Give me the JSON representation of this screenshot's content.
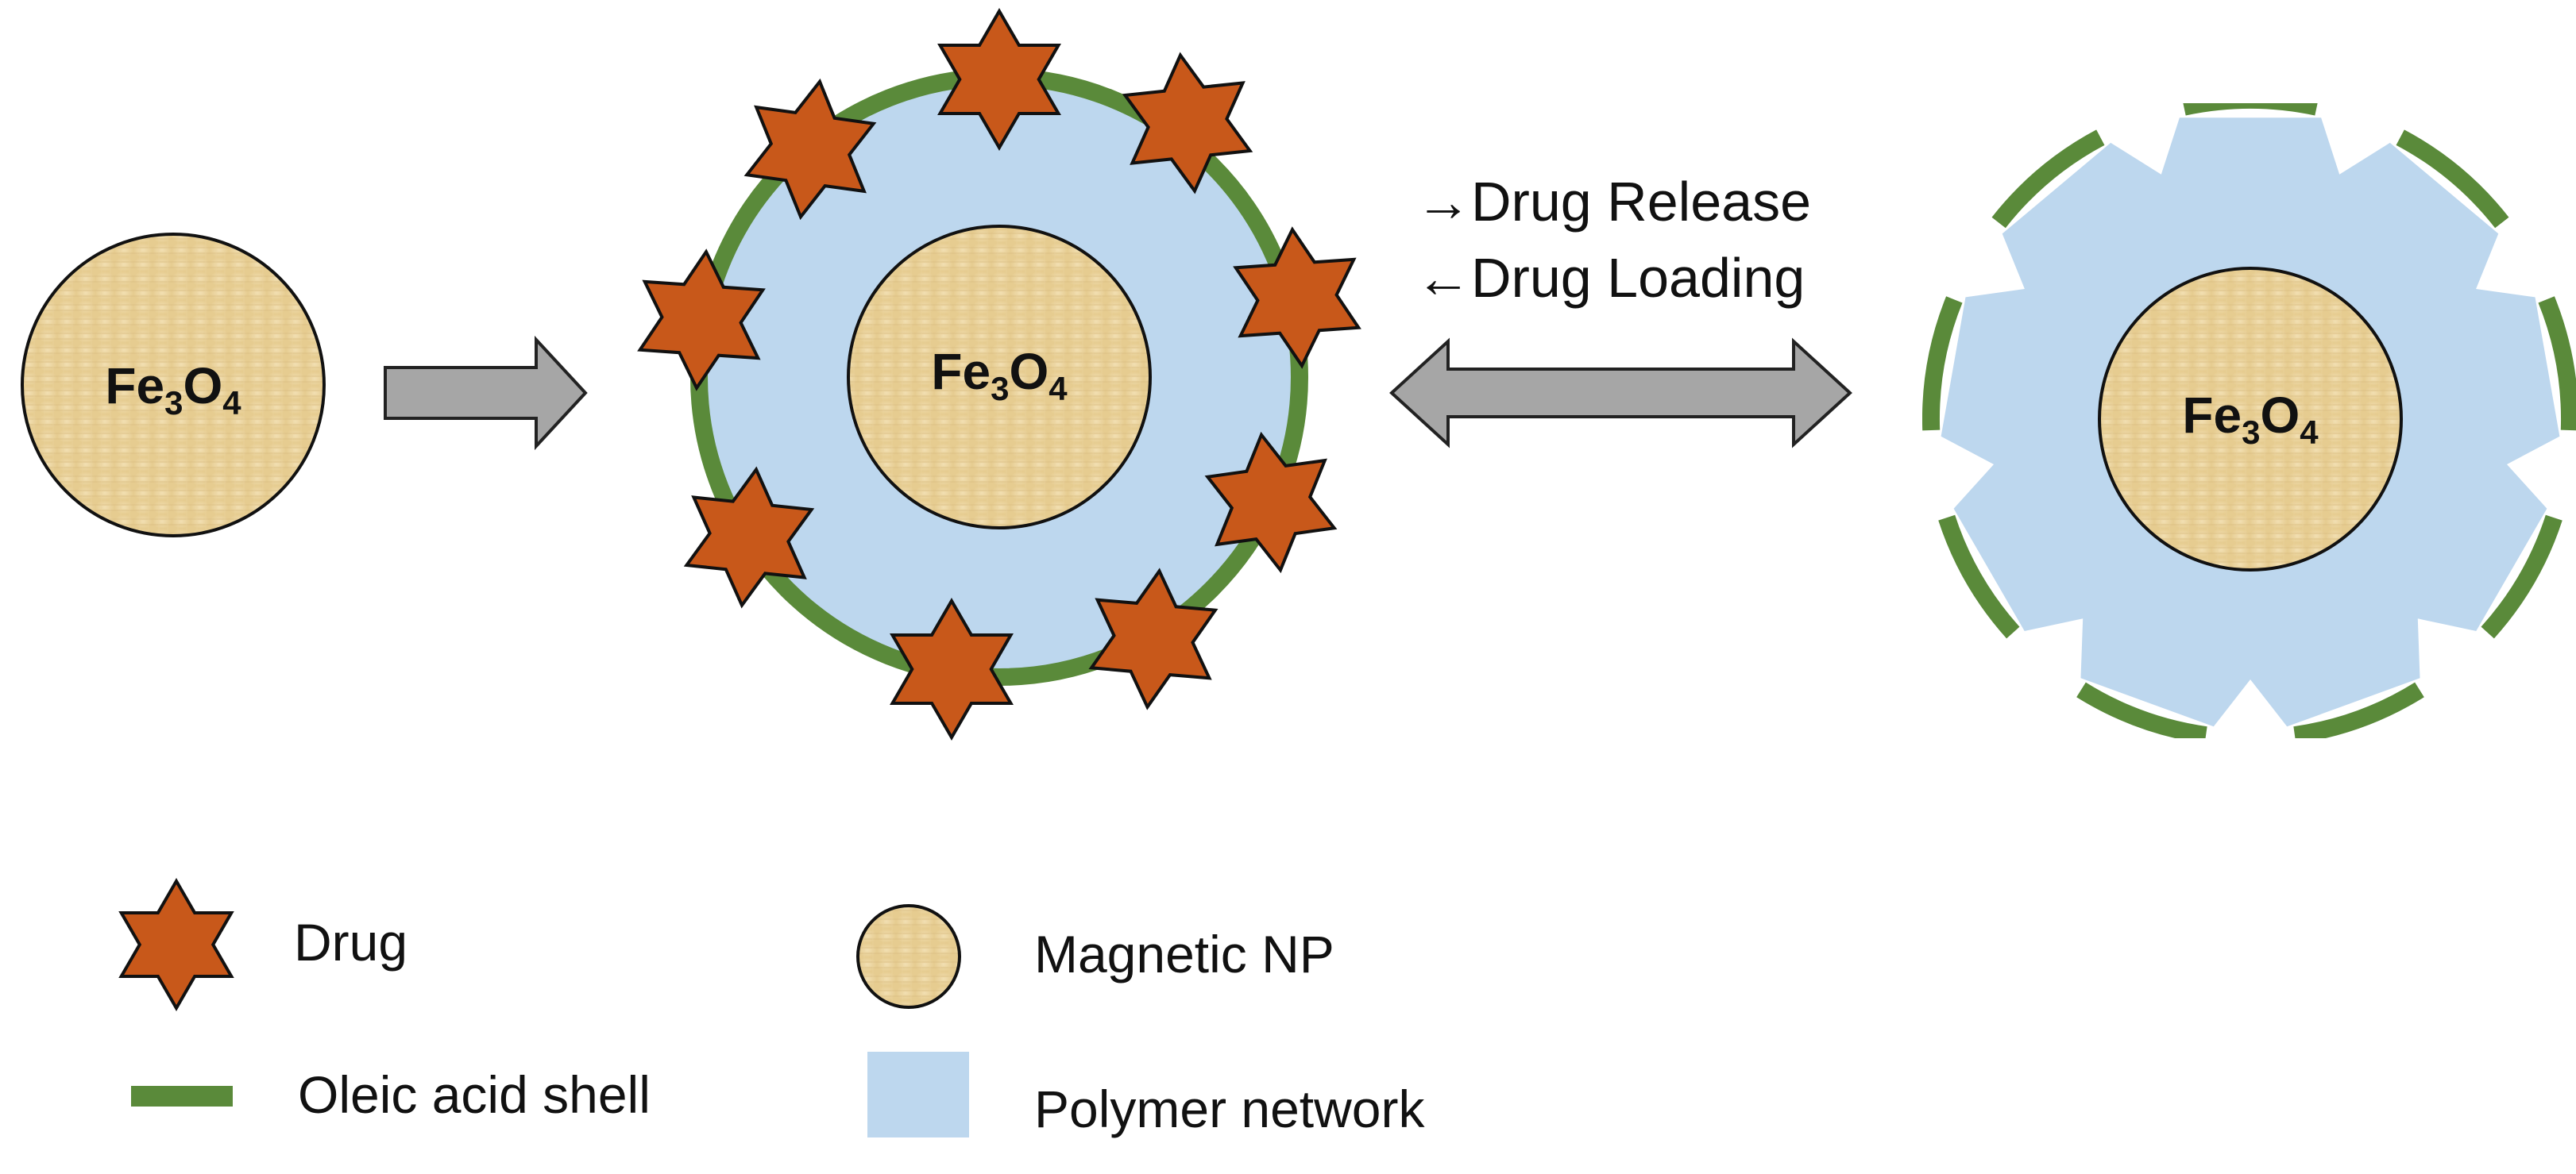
{
  "core_label": {
    "main": "Fe",
    "sub1": "3",
    "mid": "O",
    "sub2": "4"
  },
  "actions": {
    "release": "Drug Release",
    "loading": "Drug Loading",
    "release_arrow": "→",
    "loading_arrow": "←"
  },
  "legend": {
    "drug": "Drug",
    "shell": "Oleic acid shell",
    "np": "Magnetic NP",
    "polymer": "Polymer network"
  },
  "colors": {
    "drug": "#C8581A",
    "shell": "#5A8A3A",
    "polymer": "#BDD7EE",
    "np": "#EED7A3",
    "arrow": "#A6A6A6"
  }
}
